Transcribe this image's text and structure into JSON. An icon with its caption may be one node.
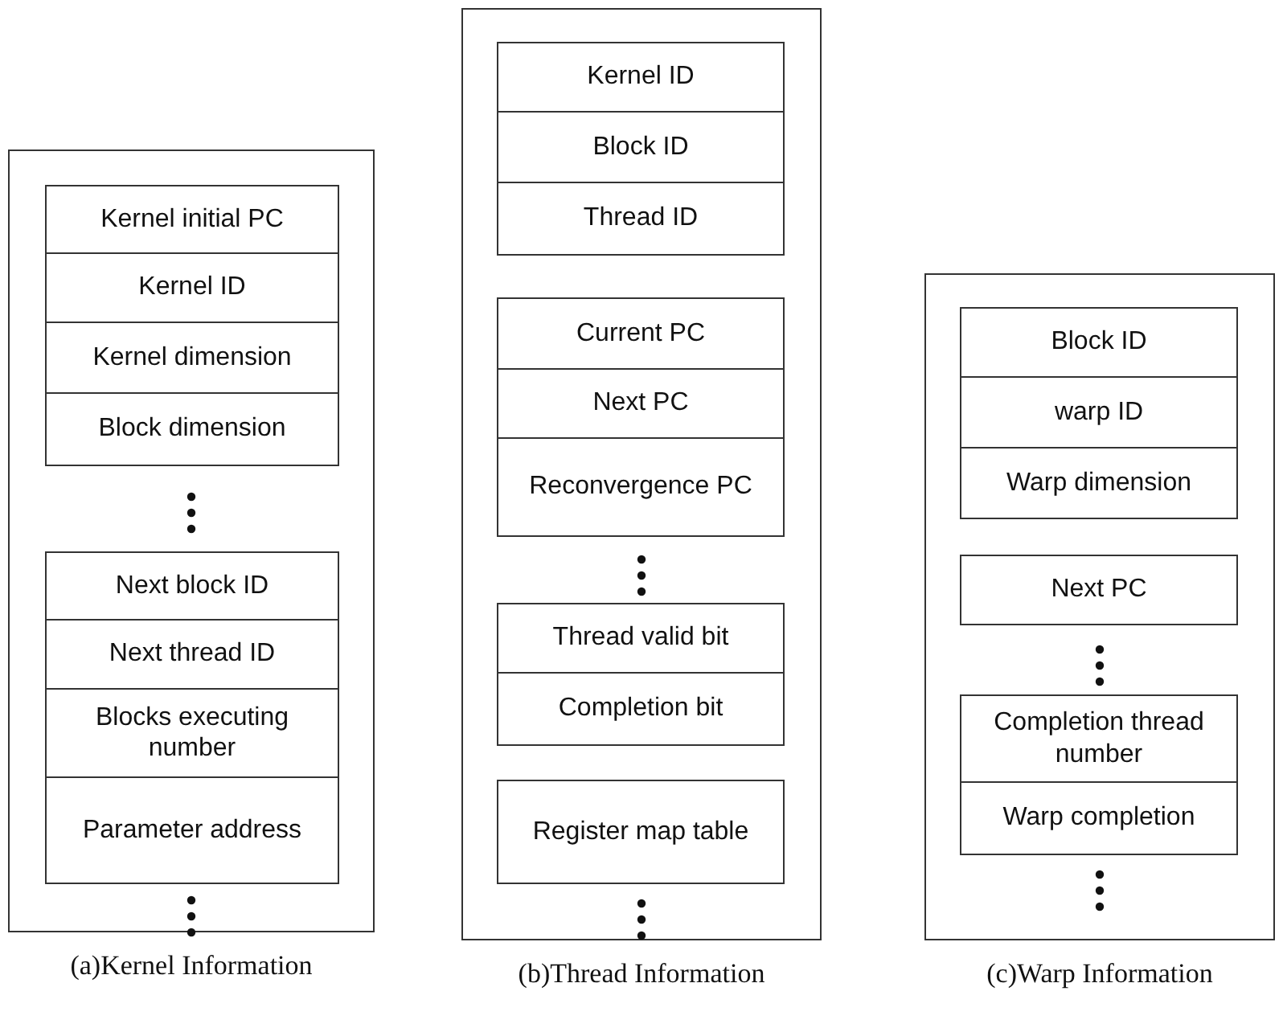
{
  "diagram": {
    "nodes": [
      {
        "text": [],
        "shape": "box",
        "beside": [
          "(a)Kernel Information"
        ]
      },
      {
        "text": [
          "Kernel initial PC"
        ],
        "in": 0
      },
      {
        "text": [
          "Kernel ID"
        ],
        "in": 0
      },
      {
        "text": [
          "Kernel dimension"
        ],
        "in": 0
      },
      {
        "text": [
          "Block dimension"
        ],
        "in": 0
      },
      {
        "text": [
          "Next block ID"
        ],
        "in": 0
      },
      {
        "text": [
          "Next thread ID"
        ],
        "in": 0
      },
      {
        "text": [
          "Blocks executing number"
        ],
        "in": 0
      },
      {
        "text": [
          "Parameter address"
        ],
        "in": 0
      },
      {
        "text": [],
        "shape": "box",
        "beside": [
          "(b)Thread Information"
        ]
      },
      {
        "text": [
          "Kernel ID"
        ],
        "in": 9
      },
      {
        "text": [
          "Block ID"
        ],
        "in": 9
      },
      {
        "text": [
          "Thread ID"
        ],
        "in": 9
      },
      {
        "text": [
          "Current PC"
        ],
        "in": 9
      },
      {
        "text": [
          "Next PC"
        ],
        "in": 9
      },
      {
        "text": [
          "Reconvergence PC"
        ],
        "in": 9
      },
      {
        "text": [
          "Thread valid bit"
        ],
        "in": 9
      },
      {
        "text": [
          "Completion bit"
        ],
        "in": 9
      },
      {
        "text": [
          "Register map table"
        ],
        "in": 9
      },
      {
        "text": [],
        "shape": "box",
        "beside": [
          "(c)Warp Information"
        ]
      },
      {
        "text": [
          "Block ID"
        ],
        "in": 19
      },
      {
        "text": [
          "warp ID"
        ],
        "in": 19
      },
      {
        "text": [
          "Warp dimension"
        ],
        "in": 19
      },
      {
        "text": [
          "Next PC"
        ],
        "in": 19
      },
      {
        "text": [
          "Completion thread number"
        ],
        "in": 19
      },
      {
        "text": [
          "Warp completion"
        ],
        "in": 19
      }
    ]
  }
}
